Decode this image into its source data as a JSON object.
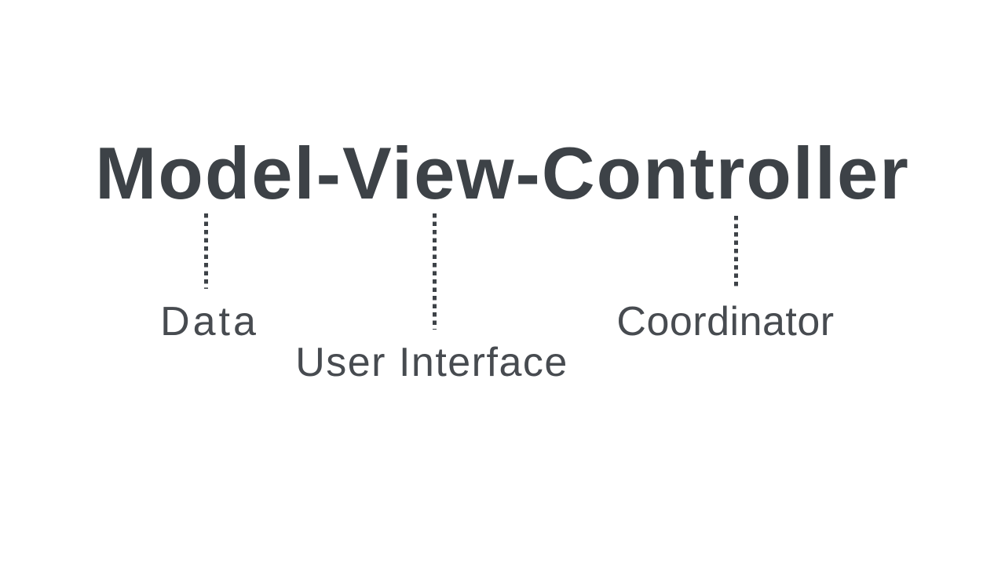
{
  "colors": {
    "background": "#ffffff",
    "ink": "#3d4247",
    "label-ink": "#474b50"
  },
  "diagram": {
    "title": "Model-View-Controller",
    "items": [
      {
        "concept": "Model",
        "label": "Data"
      },
      {
        "concept": "View",
        "label": "User Interface"
      },
      {
        "concept": "Controller",
        "label": "Coordinator"
      }
    ]
  }
}
